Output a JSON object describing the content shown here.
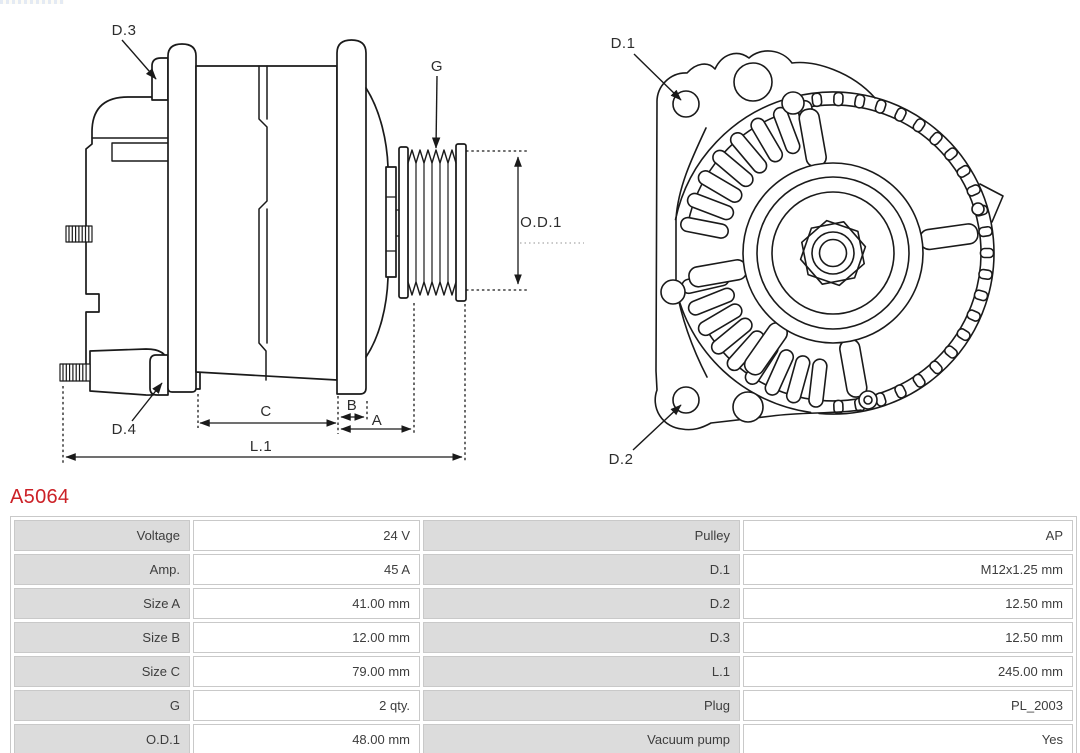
{
  "part_number": "A5064",
  "accent_color": "#cc2127",
  "diagram": {
    "labels": {
      "d1": "D.1",
      "d2": "D.2",
      "d3": "D.3",
      "d4": "D.4",
      "g": "G",
      "od1": "O.D.1",
      "a": "A",
      "b": "B",
      "c": "C",
      "l1": "L.1"
    }
  },
  "table": {
    "rows": [
      {
        "l1": "Voltage",
        "v1": "24 V",
        "l2": "Pulley",
        "v2": "AP"
      },
      {
        "l1": "Amp.",
        "v1": "45 A",
        "l2": "D.1",
        "v2": "M12x1.25 mm"
      },
      {
        "l1": "Size A",
        "v1": "41.00 mm",
        "l2": "D.2",
        "v2": "12.50 mm"
      },
      {
        "l1": "Size B",
        "v1": "12.00 mm",
        "l2": "D.3",
        "v2": "12.50 mm"
      },
      {
        "l1": "Size C",
        "v1": "79.00 mm",
        "l2": "L.1",
        "v2": "245.00 mm"
      },
      {
        "l1": "G",
        "v1": "2 qty.",
        "l2": "Plug",
        "v2": "PL_2003"
      },
      {
        "l1": "O.D.1",
        "v1": "48.00 mm",
        "l2": "Vacuum pump",
        "v2": "Yes"
      }
    ]
  }
}
